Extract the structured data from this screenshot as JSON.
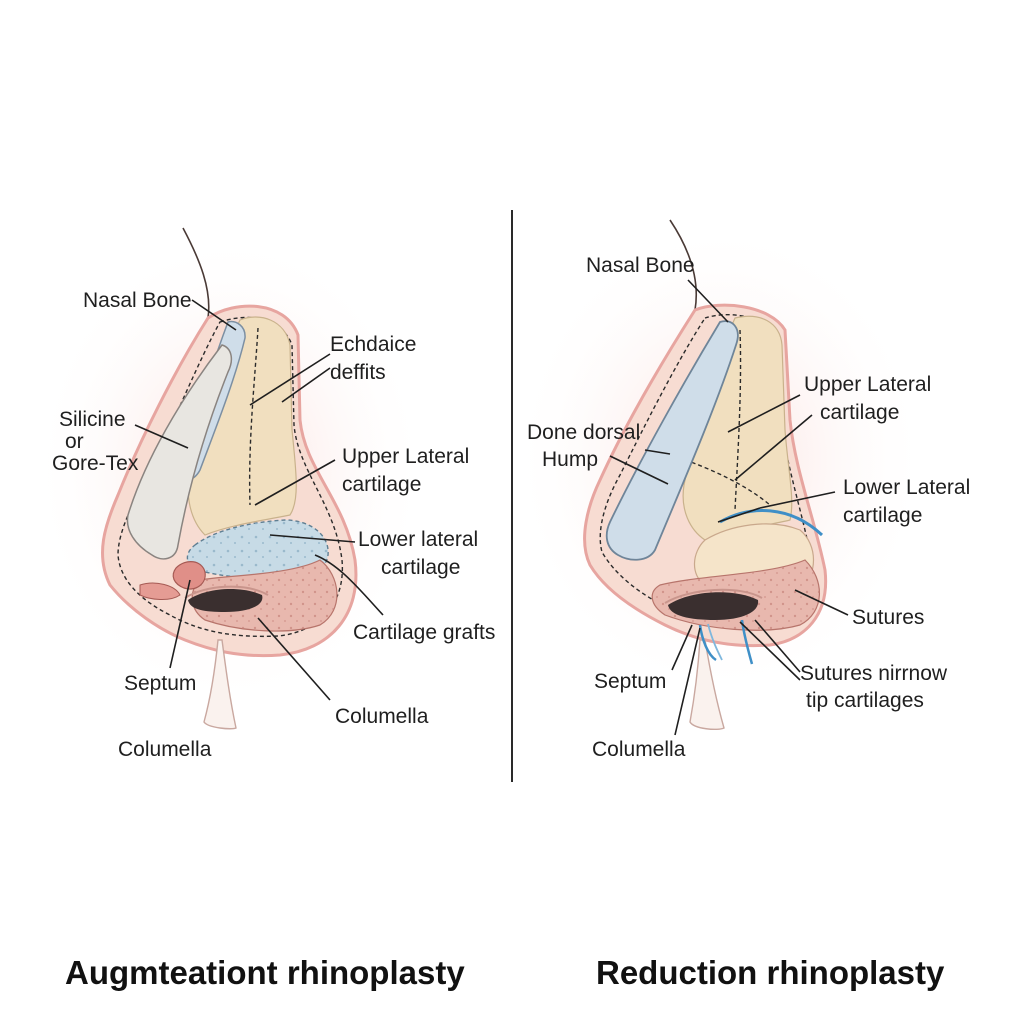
{
  "left_panel": {
    "title": "Augmteationt rhinoplasty",
    "labels": {
      "nasal_bone": "Nasal Bone",
      "echdaice_1": "Echdaice",
      "echdaice_2": "deffits",
      "silicone_1": "Silicine",
      "silicone_2": "or",
      "silicone_3": "Gore-Tex",
      "upper_lateral_1": "Upper Lateral",
      "upper_lateral_2": "cartilage",
      "lower_lateral_1": "Lower lateral",
      "lower_lateral_2": "cartilage",
      "cartilage_grafts": "Cartilage grafts",
      "septum": "Septum",
      "columella_inner": "Columella",
      "columella_outer": "Columella"
    }
  },
  "right_panel": {
    "title": "Reduction rhinoplasty",
    "labels": {
      "nasal_bone": "Nasal Bone",
      "upper_lateral_1": "Upper Lateral",
      "upper_lateral_2": "cartilage",
      "dorsal_hump_1": "Done dorsal",
      "dorsal_hump_2": "Hump",
      "lower_lateral_1": "Lower Lateral",
      "lower_lateral_2": "cartilage",
      "sutures": "Sutures",
      "sutures_narrow_1": "Sutures nirrnow",
      "sutures_narrow_2": "tip cartilages",
      "septum": "Septum",
      "columella": "Columella"
    }
  },
  "colors": {
    "skin": "#f7dcd2",
    "skin_edge": "#e7a5a0",
    "bone": "#cfdde9",
    "upper_cartilage": "#f1dfbf",
    "lower_cartilage": "#c7dbe6",
    "graft": "#e08f88",
    "implant": "#e8e6e1",
    "suture": "#3f8fc7",
    "nostril": "#3a2f2f"
  }
}
